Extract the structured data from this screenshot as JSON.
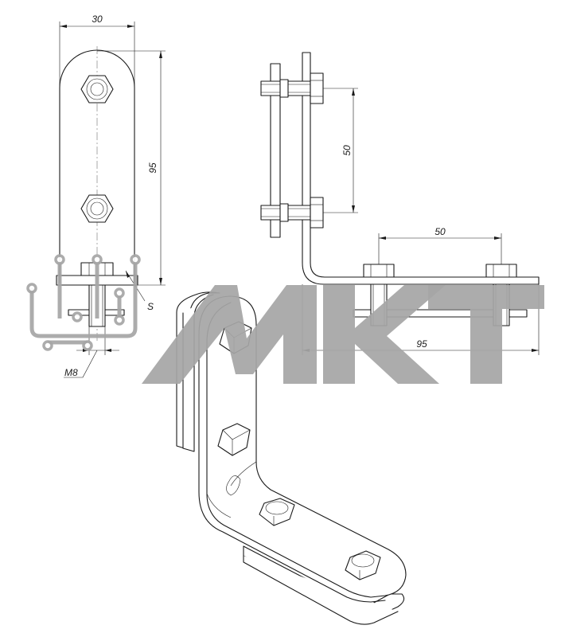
{
  "drawing": {
    "dimensions": {
      "width_top": "30",
      "height_side": "95",
      "bolt_pitch_vertical": "50",
      "bolt_pitch_horizontal": "50",
      "length_bottom": "95",
      "thickness": "S",
      "bolt_size": "M8"
    },
    "watermark": {
      "text": "MKT",
      "color": "#a6a6a6"
    },
    "colors": {
      "line": "#1a1a1a",
      "background": "#ffffff"
    }
  }
}
